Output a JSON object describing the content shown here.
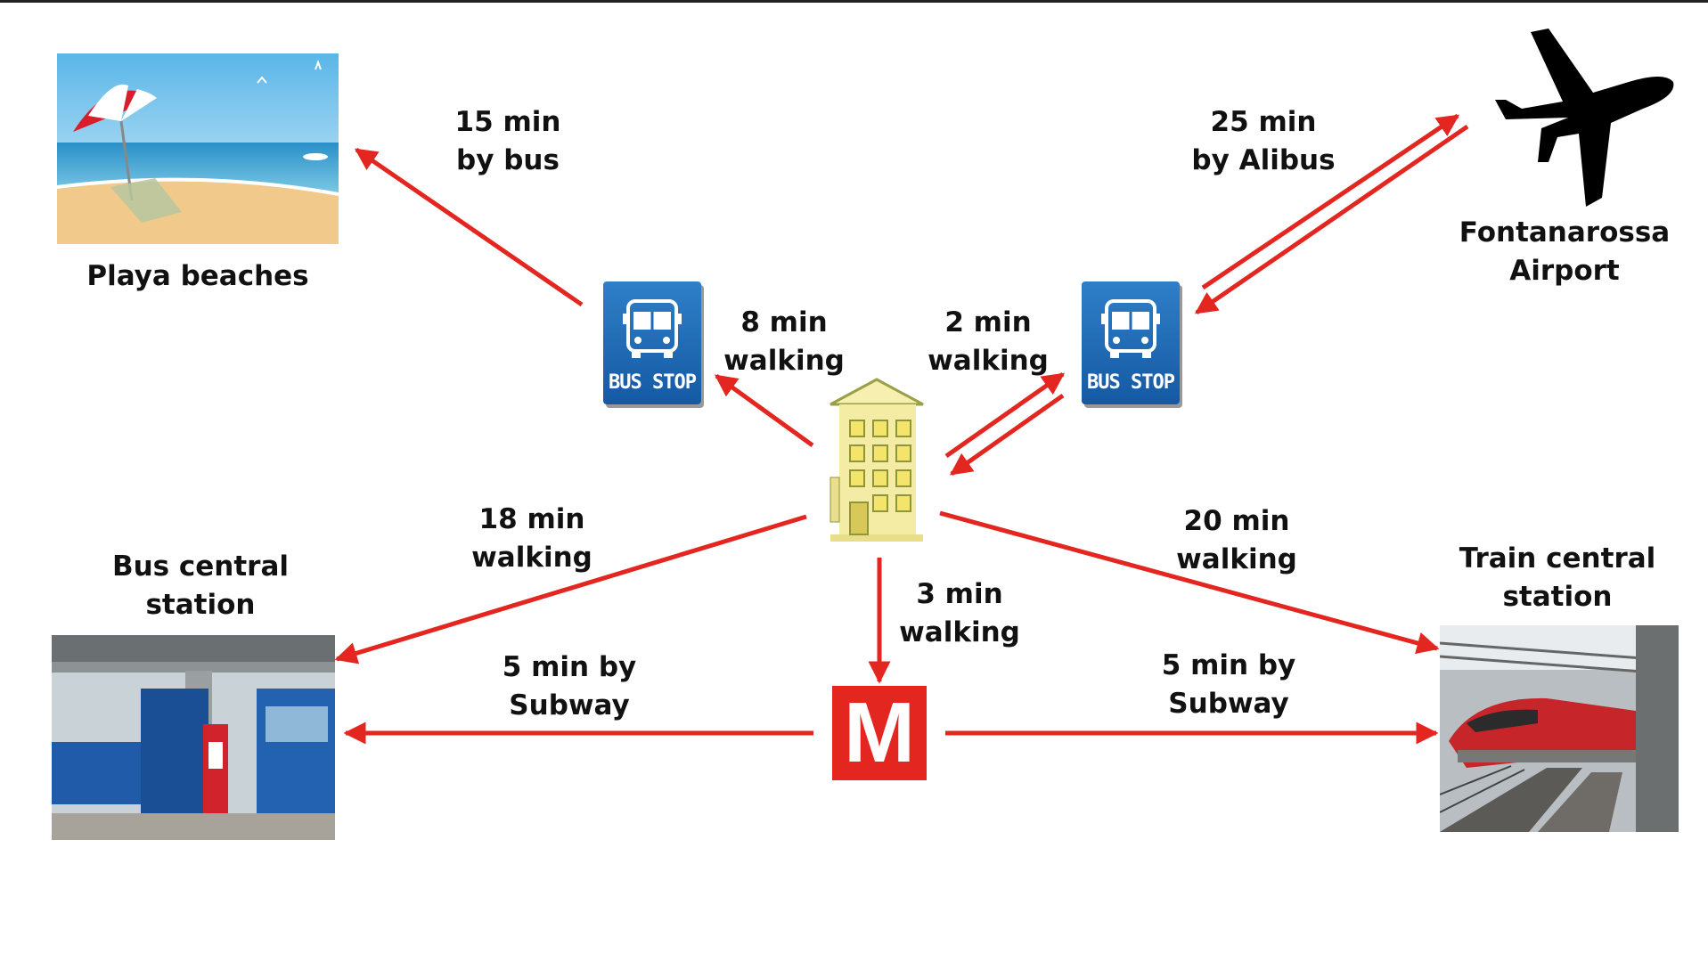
{
  "places": {
    "beach": "Playa beaches",
    "airport_line1": "Fontanarossa",
    "airport_line2": "Airport",
    "bus_central_line1": "Bus central",
    "bus_central_line2": "station",
    "train_central_line1": "Train central",
    "train_central_line2": "station"
  },
  "routes": {
    "beach": {
      "line1": "15 min",
      "line2": "by bus"
    },
    "airport": {
      "line1": "25 min",
      "line2": "by Alibus"
    },
    "bus_stop_left": {
      "line1": "8 min",
      "line2": "walking"
    },
    "bus_stop_right": {
      "line1": "2 min",
      "line2": "walking"
    },
    "bus_central_walk": {
      "line1": "18 min",
      "line2": "walking"
    },
    "train_central_walk": {
      "line1": "20 min",
      "line2": "walking"
    },
    "metro_walk": {
      "line1": "3 min",
      "line2": "walking"
    },
    "subway_left": {
      "line1": "5 min by",
      "line2": "Subway"
    },
    "subway_right": {
      "line1": "5 min by",
      "line2": "Subway"
    }
  },
  "signs": {
    "bus_stop": "BUS STOP",
    "metro": "M"
  },
  "colors": {
    "arrow": "#e3261f",
    "bus_stop_sign": "#1d6bb5",
    "metro_sign": "#e3261f",
    "hotel": "#f2ea9a"
  },
  "icons": [
    "beach-umbrella-icon",
    "airplane-icon",
    "bus-icon",
    "hotel-icon",
    "metro-icon",
    "bus-station-photo",
    "train-photo"
  ]
}
